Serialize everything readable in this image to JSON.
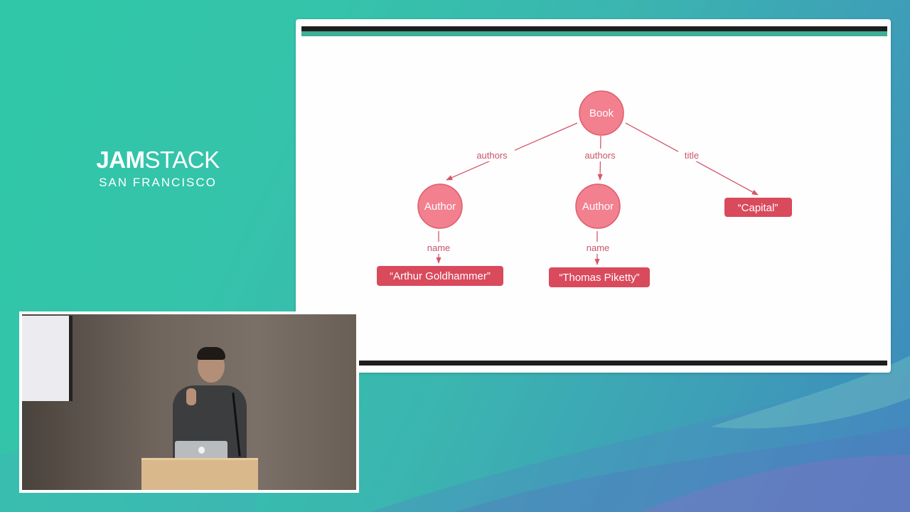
{
  "brand": {
    "title_bold": "JAM",
    "title_light": "STACK",
    "subtitle": "SAN FRANCISCO"
  },
  "slide": {
    "nodes": {
      "book": "Book",
      "author_1": "Author",
      "author_2": "Author"
    },
    "values": {
      "capital": "“Capital”",
      "arthur": "“Arthur Goldhammer”",
      "thomas": "“Thomas Piketty”"
    },
    "edges": {
      "authors_1": "authors",
      "authors_2": "authors",
      "title": "title",
      "name_1": "name",
      "name_2": "name"
    }
  },
  "colors": {
    "node_fill": "#f2808e",
    "node_stroke": "#e05c6c",
    "value_fill": "#d94a5c",
    "edge": "#d7556a",
    "slide_accent": "#3fae96"
  }
}
